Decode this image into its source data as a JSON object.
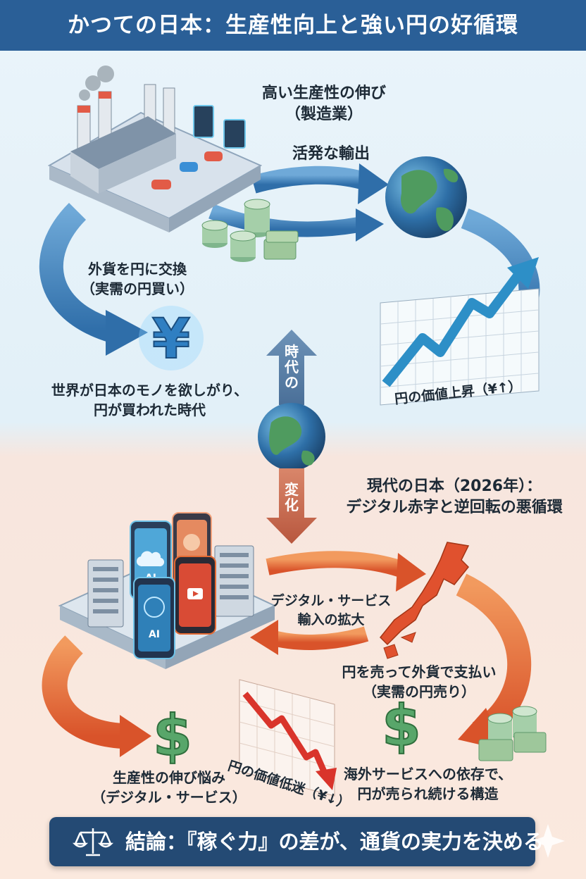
{
  "title": "かつての日本：生産性向上と強い円の好循環",
  "past": {
    "productivity": [
      "高い生産性の伸び",
      "（製造業）"
    ],
    "exports": "活発な輸出",
    "exchange": [
      "外貨を円に交換",
      "（実需の円買い）"
    ],
    "world_wants": [
      "世界が日本のモノを欲しがり、",
      "円が買われた時代"
    ],
    "yen_rise": "円の価値上昇（¥↑）"
  },
  "transition": {
    "top": "時代の",
    "bottom": "変化"
  },
  "modern": {
    "title": [
      "現代の日本（2026年）：",
      "デジタル赤字と逆回転の悪循環"
    ],
    "digital_imports": [
      "デジタル・サービス",
      "輸入の拡大"
    ],
    "sell_yen": [
      "円を売って外貨で支払い",
      "（実需の円売り）"
    ],
    "stagnation": [
      "生産性の伸び悩み",
      "（デジタル・サービス）"
    ],
    "yen_fall": "円の価値低迷（¥↓）",
    "dependence": [
      "海外サービスへの依存で、",
      "円が売られ続ける構造"
    ]
  },
  "conclusion": "結論：『稼ぐ力』の差が、通貨の実力を決める",
  "symbols": {
    "yen": "¥",
    "dollar": "$",
    "ai": "AI"
  },
  "icons": [
    "factory-icon",
    "globe-icon",
    "yen-icon",
    "dollar-icon",
    "japan-map-icon",
    "server-icon",
    "smartphone-icon",
    "scale-icon",
    "sparkle-icon"
  ],
  "colors": {
    "title_bar": "#2a5f97",
    "blue_arrow": "#3f7fb9",
    "orange_arrow": "#e46a33",
    "conclusion_bg": "#244a74",
    "chart_up": "#2d8fc7",
    "chart_down": "#d9342b"
  }
}
